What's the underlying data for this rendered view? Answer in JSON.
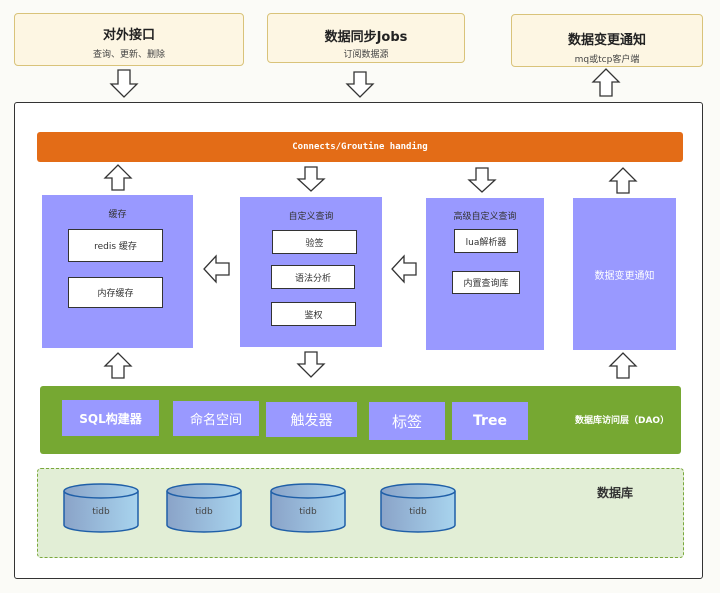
{
  "top_boxes": [
    {
      "title": "对外接口",
      "subtitle": "查询、更新、删除"
    },
    {
      "title": "数据同步Jobs",
      "subtitle": "订阅数据源"
    },
    {
      "title": "数据变更通知",
      "subtitle": "mq或tcp客户端"
    }
  ],
  "connects_bar": "Connects/Groutine handing",
  "modules": {
    "cache": {
      "title": "缓存",
      "items": [
        "redis 缓存",
        "内存缓存"
      ]
    },
    "custom_query": {
      "title": "自定义查询",
      "items": [
        "验签",
        "语法分析",
        "鉴权"
      ]
    },
    "advanced_query": {
      "title": "高级自定义查询",
      "items": [
        "lua解析器",
        "内置查询库"
      ]
    },
    "change_notify": {
      "title": "数据变更通知"
    }
  },
  "dao": {
    "label": "数据库访问层（DAO）",
    "chips": [
      "SQL构建器",
      "命名空间",
      "触发器",
      "标签",
      "Tree"
    ]
  },
  "database": {
    "label": "数据库",
    "instances": [
      "tidb",
      "tidb",
      "tidb",
      "tidb"
    ]
  },
  "colors": {
    "orange_bar": "#e36c17",
    "purple": "#9999ff",
    "green": "#76a832",
    "db_area": "#e2eed6"
  }
}
